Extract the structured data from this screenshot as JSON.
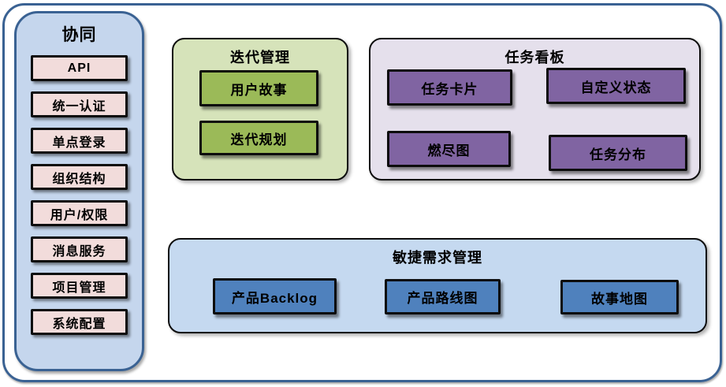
{
  "sidebar": {
    "title": "协同",
    "items": [
      "API",
      "统一认证",
      "单点登录",
      "组织结构",
      "用户/权限",
      "消息服务",
      "项目管理",
      "系统配置"
    ]
  },
  "panels": {
    "iteration": {
      "title": "迭代管理",
      "items": [
        "用户故事",
        "迭代规划"
      ]
    },
    "kanban": {
      "title": "任务看板",
      "items": [
        "任务卡片",
        "自定义状态",
        "燃尽图",
        "任务分布"
      ]
    },
    "agile": {
      "title": "敏捷需求管理",
      "items": [
        "产品Backlog",
        "产品路线图",
        "故事地图"
      ]
    }
  },
  "colors": {
    "frame_border": "#3A6293",
    "sidebar_bg": "#C5D6ED",
    "item_pink": "#F2DCDB",
    "panel_green": "#D6E3BA",
    "item_olive": "#9BBA58",
    "panel_lavender": "#E5E0EC",
    "item_purple": "#8064A2",
    "panel_blue": "#C5D9F0",
    "item_blue": "#4F81BD",
    "node_border": "#0D0D0D",
    "text": "#000000"
  }
}
